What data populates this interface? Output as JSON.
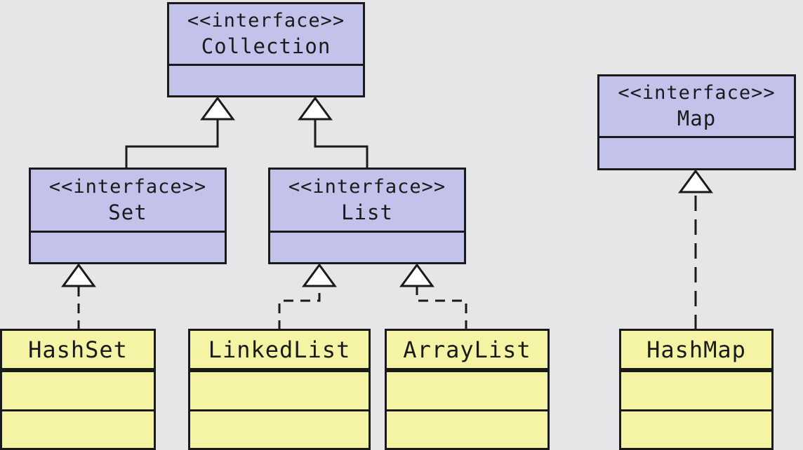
{
  "diagram": {
    "interfaces": [
      {
        "id": "collection",
        "stereotype": "<<interface>>",
        "name": "Collection"
      },
      {
        "id": "set",
        "stereotype": "<<interface>>",
        "name": "Set"
      },
      {
        "id": "list",
        "stereotype": "<<interface>>",
        "name": "List"
      },
      {
        "id": "map",
        "stereotype": "<<interface>>",
        "name": "Map"
      }
    ],
    "classes": [
      {
        "id": "hashset",
        "name": "HashSet"
      },
      {
        "id": "linkedlist",
        "name": "LinkedList"
      },
      {
        "id": "arraylist",
        "name": "ArrayList"
      },
      {
        "id": "hashmap",
        "name": "HashMap"
      }
    ],
    "relations": [
      {
        "from": "set",
        "to": "collection",
        "kind": "generalization"
      },
      {
        "from": "list",
        "to": "collection",
        "kind": "generalization"
      },
      {
        "from": "hashset",
        "to": "set",
        "kind": "realization"
      },
      {
        "from": "linkedlist",
        "to": "list",
        "kind": "realization"
      },
      {
        "from": "arraylist",
        "to": "list",
        "kind": "realization"
      },
      {
        "from": "hashmap",
        "to": "map",
        "kind": "realization"
      }
    ],
    "colors": {
      "interface_fill": "#c2c2ea",
      "class_fill": "#f4f4a4",
      "line": "#1a1a1a",
      "background": "#e6e6e8"
    }
  }
}
